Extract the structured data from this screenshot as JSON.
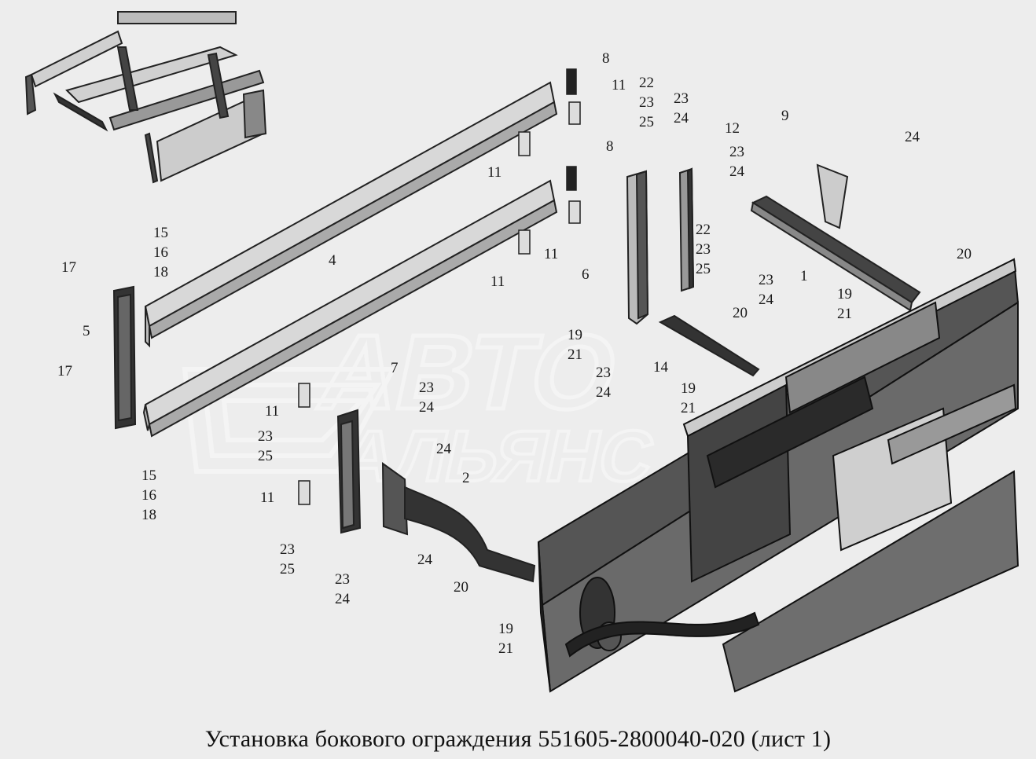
{
  "caption": "Установка бокового ограждения 551605-2800040-020 (лист 1)",
  "watermark": {
    "line1": "АВТО",
    "line2": "АЛЬЯНС"
  },
  "labels": [
    {
      "id": "8-top",
      "text": "8"
    },
    {
      "id": "11-top",
      "text": "11"
    },
    {
      "id": "22-23-25-top",
      "text": "22\n23\n25"
    },
    {
      "id": "23-24-top",
      "text": "23\n24"
    },
    {
      "id": "12",
      "text": "12"
    },
    {
      "id": "23-24-b",
      "text": "23\n24"
    },
    {
      "id": "9",
      "text": "9"
    },
    {
      "id": "24-top-right",
      "text": "24"
    },
    {
      "id": "8-mid",
      "text": "8"
    },
    {
      "id": "11-mid-a",
      "text": "11"
    },
    {
      "id": "11-mid-b",
      "text": "11"
    },
    {
      "id": "22-23-25-mid",
      "text": "22\n23\n25"
    },
    {
      "id": "20-right",
      "text": "20"
    },
    {
      "id": "4",
      "text": "4"
    },
    {
      "id": "6",
      "text": "6"
    },
    {
      "id": "1",
      "text": "1"
    },
    {
      "id": "11-mid-c",
      "text": "11"
    },
    {
      "id": "23-24-c",
      "text": "23\n24"
    },
    {
      "id": "19-21-right",
      "text": "19\n21"
    },
    {
      "id": "15-16-18-top",
      "text": "15\n16\n18"
    },
    {
      "id": "17-top",
      "text": "17"
    },
    {
      "id": "5",
      "text": "5"
    },
    {
      "id": "17-bottom",
      "text": "17"
    },
    {
      "id": "20-mid",
      "text": "20"
    },
    {
      "id": "19-21-mid",
      "text": "19\n21"
    },
    {
      "id": "14",
      "text": "14"
    },
    {
      "id": "23-24-d",
      "text": "23\n24"
    },
    {
      "id": "19-21-c",
      "text": "19\n21"
    },
    {
      "id": "7",
      "text": "7"
    },
    {
      "id": "23-24-e",
      "text": "23\n24"
    },
    {
      "id": "11-low",
      "text": "11"
    },
    {
      "id": "23-25-a",
      "text": "23\n25"
    },
    {
      "id": "24-mid",
      "text": "24"
    },
    {
      "id": "2",
      "text": "2"
    },
    {
      "id": "15-16-18-bottom",
      "text": "15\n16\n18"
    },
    {
      "id": "11-bottom",
      "text": "11"
    },
    {
      "id": "24-low",
      "text": "24"
    },
    {
      "id": "23-25-b",
      "text": "23\n25"
    },
    {
      "id": "23-24-f",
      "text": "23\n24"
    },
    {
      "id": "20-low",
      "text": "20"
    },
    {
      "id": "19-21-low",
      "text": "19\n21"
    }
  ]
}
